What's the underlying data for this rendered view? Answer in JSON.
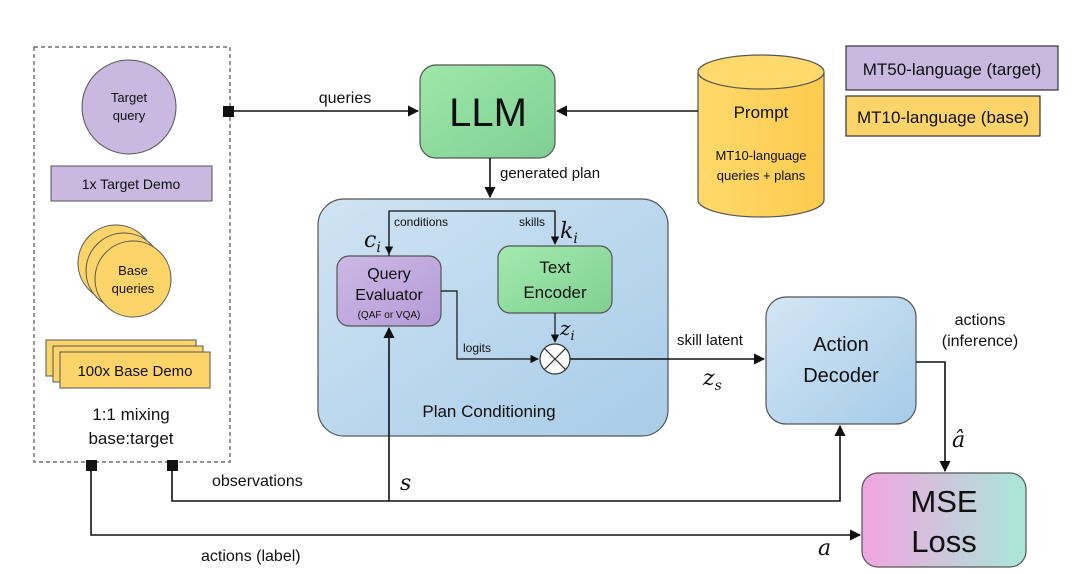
{
  "legend": {
    "target": {
      "label": "MT50-language (target)",
      "color": "#c9b8e0"
    },
    "base": {
      "label": "MT10-language (base)",
      "color": "#fdd46a"
    }
  },
  "data_panel": {
    "target_query": [
      "Target",
      "query"
    ],
    "target_demo": "1x Target Demo",
    "base_queries": [
      "Base",
      "queries"
    ],
    "base_demo": "100x Base Demo",
    "mixing": [
      "1:1 mixing",
      "base:target"
    ]
  },
  "llm": {
    "label": "LLM",
    "color": "#8ed9a0"
  },
  "prompt": {
    "title": "Prompt",
    "body": [
      "MT10-language",
      "queries + plans"
    ]
  },
  "edges": {
    "queries": "queries",
    "generated_plan": "generated plan",
    "conditions": "conditions",
    "skills": "skills",
    "logits": "logits",
    "skill_latent": "skill latent",
    "actions_inference": [
      "actions",
      "(inference)"
    ],
    "observations": "observations",
    "actions_label": "actions (label)"
  },
  "math": {
    "c": "c",
    "c_sub": "i",
    "k": "k",
    "k_sub": "i",
    "z": "z",
    "z_sub": "i",
    "zs": "z",
    "zs_sub": "s",
    "s": "s",
    "a": "a",
    "a_hat": "â"
  },
  "plan_conditioning": {
    "label": "Plan Conditioning"
  },
  "query_evaluator": {
    "lines": [
      "Query",
      "Evaluator"
    ],
    "sub": "(QAF or VQA)"
  },
  "text_encoder": {
    "lines": [
      "Text",
      "Encoder"
    ]
  },
  "action_decoder": {
    "lines": [
      "Action",
      "Decoder"
    ]
  },
  "mse_loss": {
    "lines": [
      "MSE",
      "Loss"
    ]
  }
}
